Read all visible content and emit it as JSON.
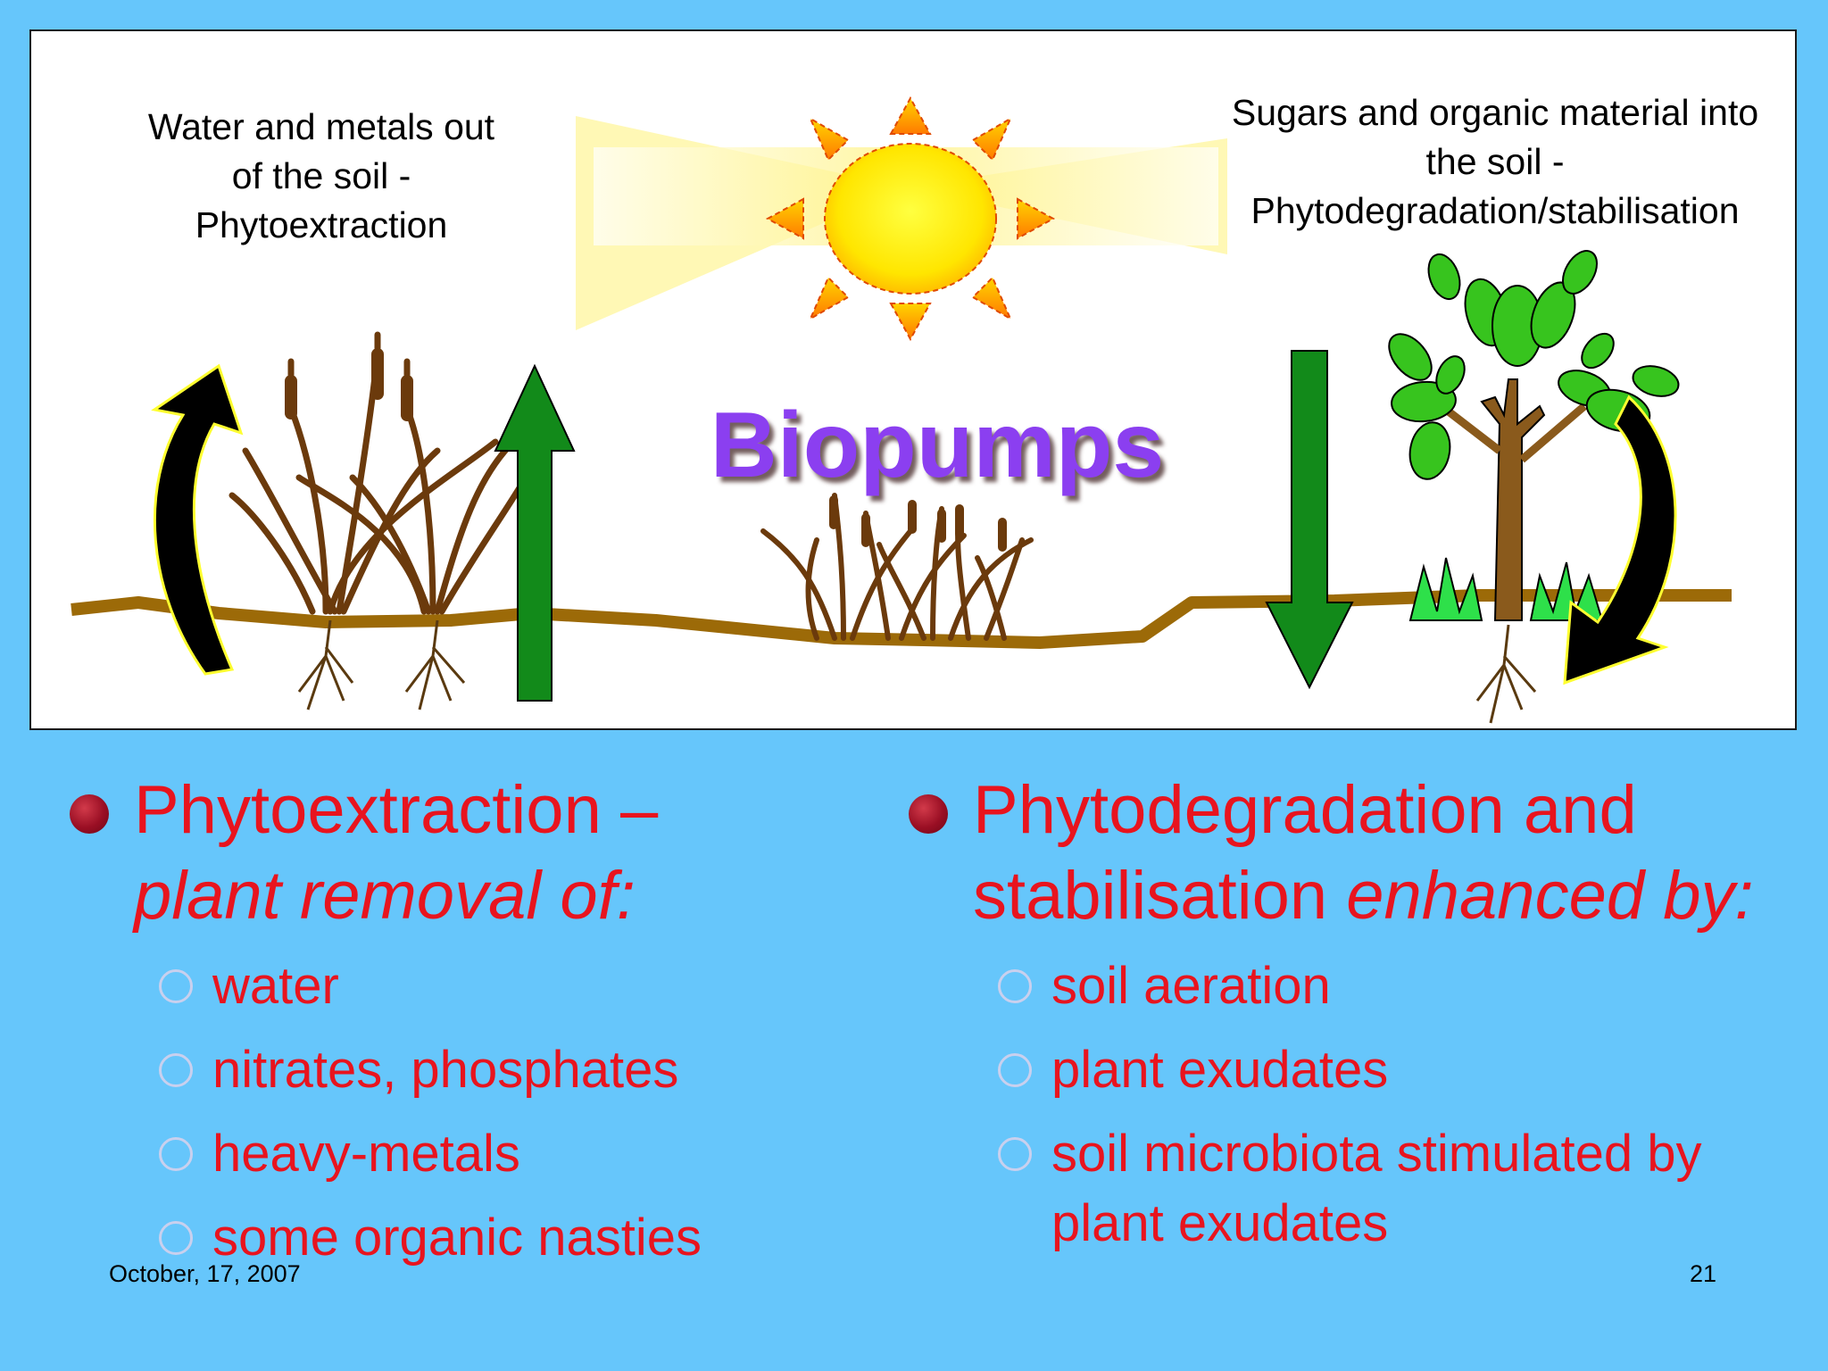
{
  "diagram": {
    "title": "Biopumps",
    "caption_left": [
      "Water and metals out",
      "of the soil -",
      "Phytoextraction"
    ],
    "caption_right": [
      "Sugars and organic material into",
      "the soil -",
      "Phytodegradation/stabilisation"
    ],
    "colors": {
      "sun_core": "#ffe600",
      "sun_rays": "#ff8a00",
      "soil_line": "#9c6a08",
      "up_arrow": "#128a1a",
      "down_arrow": "#128a1a",
      "curved_arrow": "#000000",
      "reeds": "#6b3a0c",
      "leaves": "#37c41e",
      "title": "#8b3ff0"
    }
  },
  "left_column": {
    "heading": "Phytoextraction –",
    "heading_italic": "plant removal of:",
    "items": [
      "water",
      "nitrates, phosphates",
      "heavy-metals",
      "some organic nasties"
    ]
  },
  "right_column": {
    "heading_line1": "Phytodegradation and",
    "heading_line2_regular": "stabilisation ",
    "heading_line2_italic": "enhanced by:",
    "items": [
      {
        "line1": "soil aeration",
        "line2": ""
      },
      {
        "line1": "plant exudates",
        "line2": ""
      },
      {
        "line1": "soil microbiota stimulated by",
        "line2": "plant exudates"
      }
    ]
  },
  "footer": {
    "date": "October, 17, 2007",
    "page": "21"
  }
}
